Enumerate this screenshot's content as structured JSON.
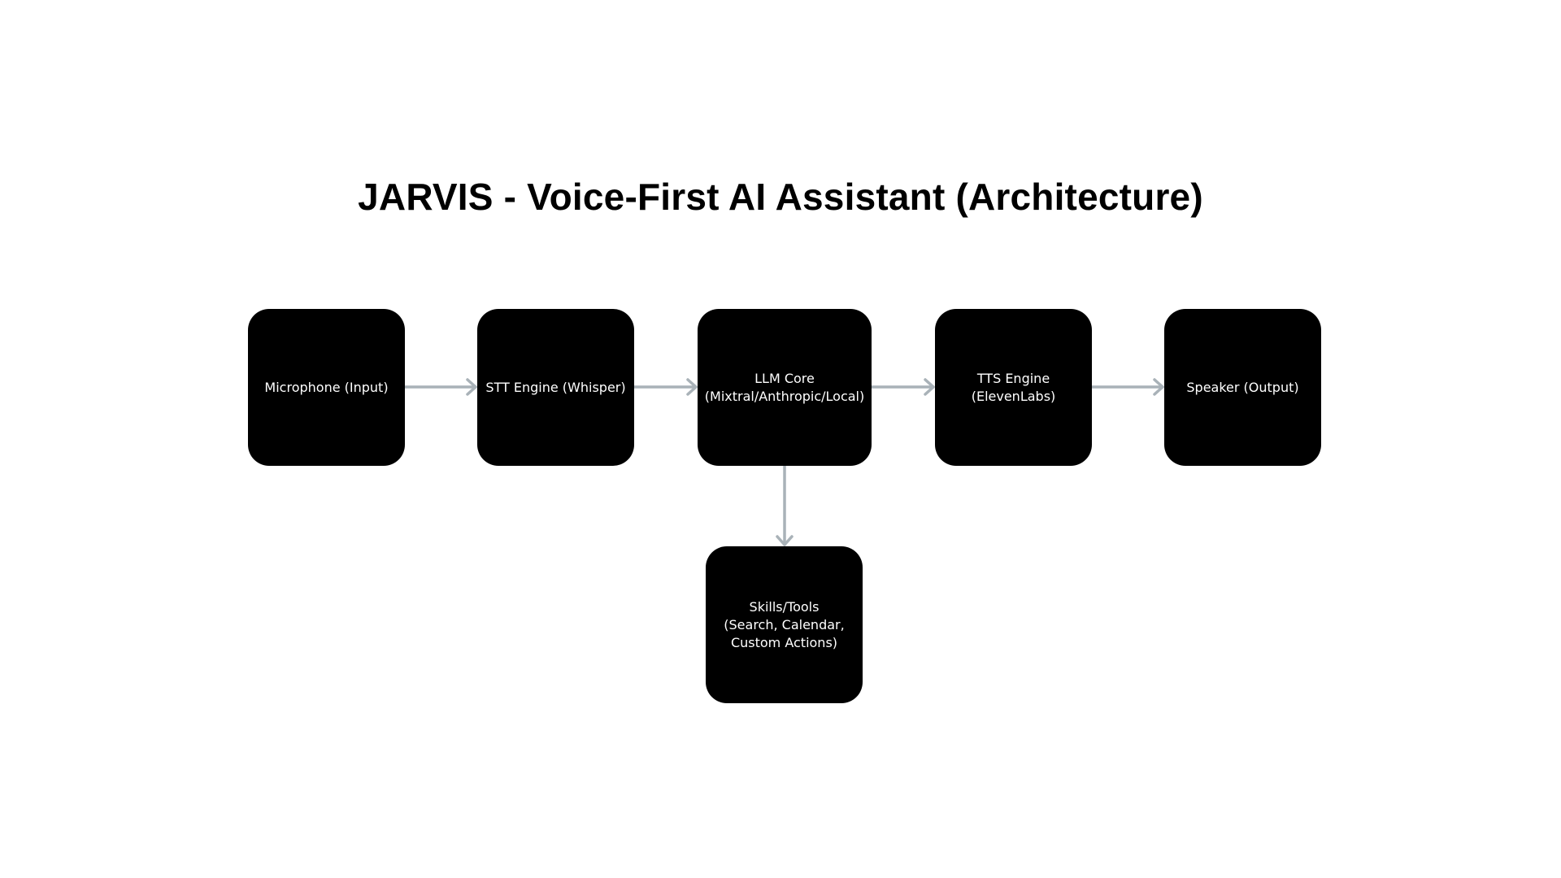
{
  "diagram": {
    "title": "JARVIS - Voice-First AI Assistant (Architecture)",
    "nodes": {
      "microphone": "Microphone (Input)",
      "stt": "STT Engine (Whisper)",
      "llm": "LLM Core\n(Mixtral/Anthropic/Local)",
      "tts": "TTS Engine\n(ElevenLabs)",
      "speaker": "Speaker (Output)",
      "skills": "Skills/Tools\n(Search, Calendar,\nCustom Actions)"
    },
    "edges": [
      {
        "from": "microphone",
        "to": "stt"
      },
      {
        "from": "stt",
        "to": "llm"
      },
      {
        "from": "llm",
        "to": "tts"
      },
      {
        "from": "tts",
        "to": "speaker"
      },
      {
        "from": "llm",
        "to": "skills"
      }
    ],
    "colors": {
      "node_fill": "#000000",
      "node_text": "#ffffff",
      "arrow": "#a9b2b8",
      "background": "#ffffff"
    }
  }
}
